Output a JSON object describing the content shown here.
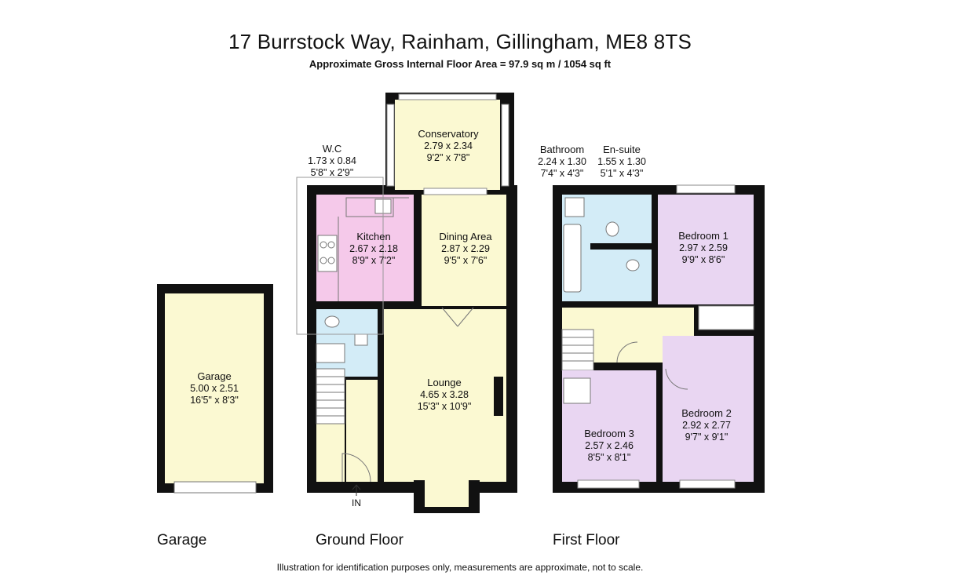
{
  "header": {
    "title": "17 Burrstock Way, Rainham, Gillingham, ME8 8TS",
    "subtitle": "Approximate Gross Internal Floor Area = 97.9 sq m / 1054 sq ft"
  },
  "floors": {
    "garage_label": "Garage",
    "ground_label": "Ground Floor",
    "first_label": "First Floor"
  },
  "entrance_label": "IN",
  "rooms": {
    "garage": {
      "name": "Garage",
      "metric": "5.00 x 2.51",
      "imperial": "16'5\" x 8'3\""
    },
    "wc": {
      "name": "W.C",
      "metric": "1.73 x 0.84",
      "imperial": "5'8\" x 2'9\""
    },
    "conservatory": {
      "name": "Conservatory",
      "metric": "2.79 x 2.34",
      "imperial": "9'2\" x 7'8\""
    },
    "kitchen": {
      "name": "Kitchen",
      "metric": "2.67 x 2.18",
      "imperial": "8'9\" x 7'2\""
    },
    "dining": {
      "name": "Dining Area",
      "metric": "2.87 x 2.29",
      "imperial": "9'5\" x 7'6\""
    },
    "lounge": {
      "name": "Lounge",
      "metric": "4.65 x 3.28",
      "imperial": "15'3\" x 10'9\""
    },
    "bathroom": {
      "name": "Bathroom",
      "metric": "2.24 x 1.30",
      "imperial": "7'4\" x 4'3\""
    },
    "ensuite": {
      "name": "En-suite",
      "metric": "1.55 x 1.30",
      "imperial": "5'1\" x 4'3\""
    },
    "bedroom1": {
      "name": "Bedroom 1",
      "metric": "2.97 x 2.59",
      "imperial": "9'9\" x 8'6\""
    },
    "bedroom2": {
      "name": "Bedroom 2",
      "metric": "2.92 x 2.77",
      "imperial": "9'7\" x 9'1\""
    },
    "bedroom3": {
      "name": "Bedroom 3",
      "metric": "2.57 x 2.46",
      "imperial": "8'5\" x 8'1\""
    }
  },
  "colors": {
    "wall": "#111111",
    "yellow_room": "#fbf9d2",
    "pink_room": "#f5c9ea",
    "blue_room": "#d3ecf7",
    "purple_room": "#e9d6f2",
    "white_area": "#ffffff"
  },
  "footer": {
    "disclaimer": "Illustration for identification purposes only, measurements are approximate, not to scale."
  }
}
